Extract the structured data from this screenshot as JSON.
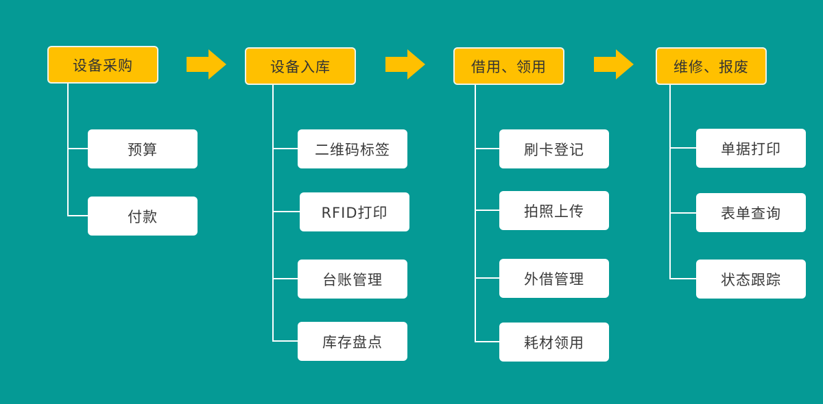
{
  "colors": {
    "background": "#059a95",
    "stage_fill": "#ffc000",
    "item_fill": "#ffffff",
    "arrow_fill": "#ffc000",
    "connector": "#ffffff"
  },
  "stages": [
    {
      "label": "设备采购",
      "items": [
        "预算",
        "付款"
      ]
    },
    {
      "label": "设备入库",
      "items": [
        "二维码标签",
        "RFID打印",
        "台账管理",
        "库存盘点"
      ]
    },
    {
      "label": "借用、领用",
      "items": [
        "刷卡登记",
        "拍照上传",
        "外借管理",
        "耗材领用"
      ]
    },
    {
      "label": "维修、报废",
      "items": [
        "单据打印",
        "表单查询",
        "状态跟踪"
      ]
    }
  ]
}
